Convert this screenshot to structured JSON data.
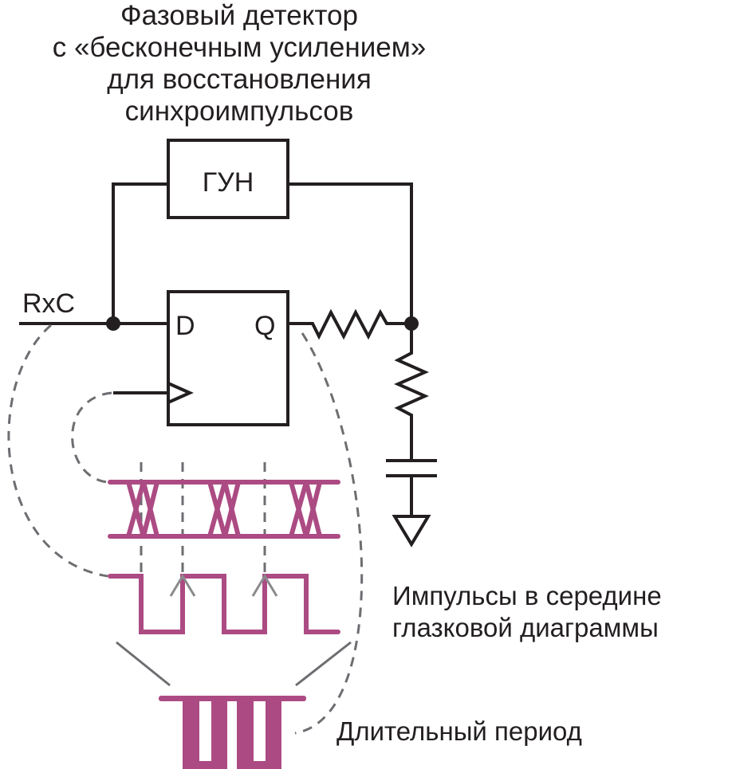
{
  "title": {
    "lines": [
      "Фазовый детектор",
      "с «бесконечным усилением»",
      "для восстановления",
      "синхроимпульсов"
    ]
  },
  "circuit": {
    "vco_label": "ГУН",
    "input_label": "RxC",
    "flipflop": {
      "d_label": "D",
      "q_label": "Q"
    }
  },
  "captions": {
    "mid_eye_line1": "Импульсы в середине",
    "mid_eye_line2": "глазковой диаграммы",
    "long_period": "Длительный период"
  },
  "colors": {
    "wire": "#231f20",
    "signal": "#ac4b83",
    "dashed": "#6d6e71"
  }
}
